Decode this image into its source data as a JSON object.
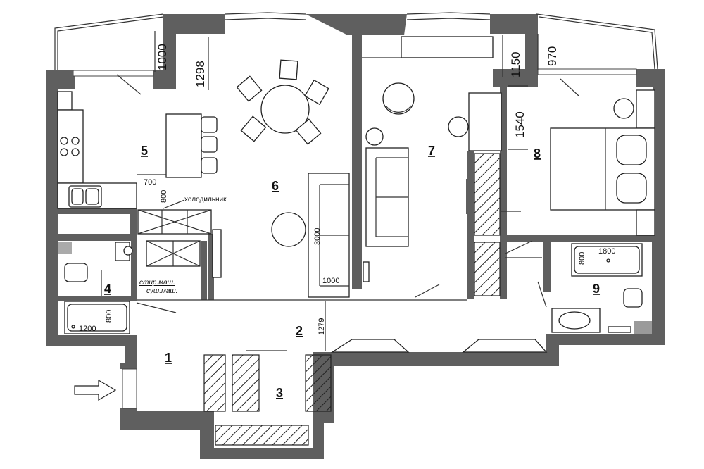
{
  "rooms": [
    {
      "id": "room-1",
      "label": "1"
    },
    {
      "id": "room-2",
      "label": "2"
    },
    {
      "id": "room-3",
      "label": "3"
    },
    {
      "id": "room-4",
      "label": "4"
    },
    {
      "id": "room-5",
      "label": "5"
    },
    {
      "id": "room-6",
      "label": "6"
    },
    {
      "id": "room-7",
      "label": "7"
    },
    {
      "id": "room-8",
      "label": "8"
    },
    {
      "id": "room-9",
      "label": "9"
    }
  ],
  "dimensions": {
    "balcony_left_depth": "1000",
    "balcony_center_depth": "1298",
    "balcony_right_depth": "1150",
    "balcony_far_right_depth": "970",
    "bedroom_closet_offset": "1540",
    "island_width": "700",
    "island_depth": "800",
    "sofa_length": "3000",
    "sofa_depth": "1000",
    "hall_width": "1279",
    "bath_length_small": "1200",
    "bath_width_small": "800",
    "bath_length_large": "1800",
    "bath_width_large": "800"
  },
  "labels": {
    "fridge": "холодильник",
    "washer": "стир.маш.",
    "dryer": "суш.маш."
  },
  "entrance": {
    "icon": "entrance-arrow-icon"
  }
}
